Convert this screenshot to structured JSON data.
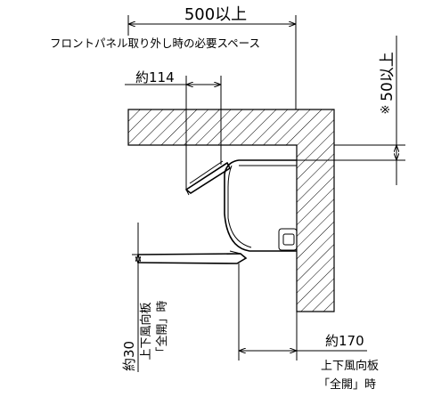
{
  "dimensions": {
    "top_width": "500以上",
    "front_panel_note": "フロントパネル取り外し時の必要スペース",
    "front_clearance": "約114",
    "top_clearance_mark": "※",
    "top_clearance": "50以上",
    "bottom_clearance": "約30",
    "louver_note_left": [
      "上下風向板",
      "「全開」時"
    ],
    "side_depth": "約170",
    "louver_note_right": [
      "上下風向板",
      "「全開」時"
    ]
  }
}
